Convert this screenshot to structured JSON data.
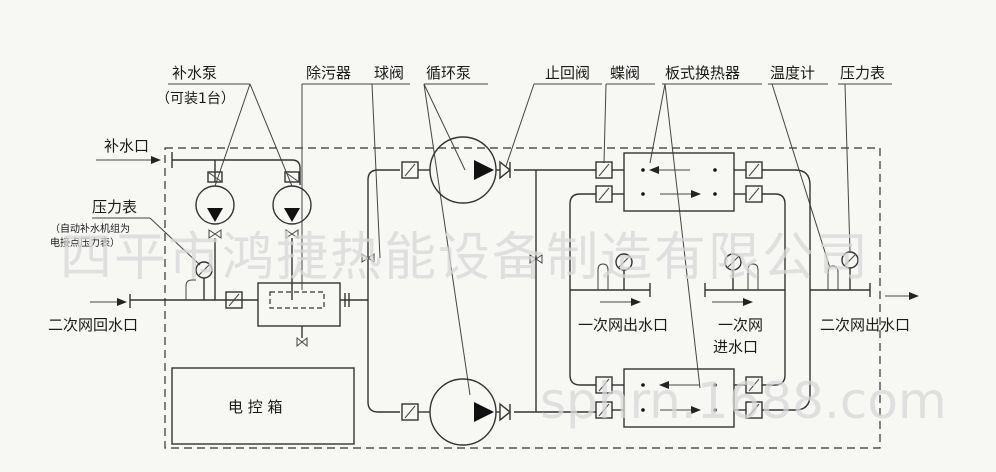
{
  "labels": {
    "makeup_pump": "补水泵",
    "makeup_pump_note": "（可装1台）",
    "dirt_separator": "除污器",
    "ball_valve": "球阀",
    "circulation_pump": "循环泵",
    "check_valve": "止回阀",
    "butterfly_valve": "蝶阀",
    "plate_heat_exchanger": "板式换热器",
    "thermometer": "温度计",
    "pressure_gauge_top": "压力表",
    "makeup_inlet": "补水口",
    "pressure_gauge_left": "压力表",
    "pressure_note_line1": "（自动补水机组为",
    "pressure_note_line2": "电接点压力表）",
    "secondary_return": "二次网回水口",
    "control_box": "电 控 箱",
    "primary_outlet": "一次网出水口",
    "primary_inlet_line1": "一次网",
    "primary_inlet_line2": "进水口",
    "secondary_outlet": "二次网出水口"
  },
  "watermark": {
    "company": "四平市鸿捷热能设备制造有限公司",
    "site": "sphrn.1688.com"
  },
  "colors": {
    "line": "#333333",
    "watermark": "#d8d8d8",
    "background": "#f7f7f4"
  }
}
